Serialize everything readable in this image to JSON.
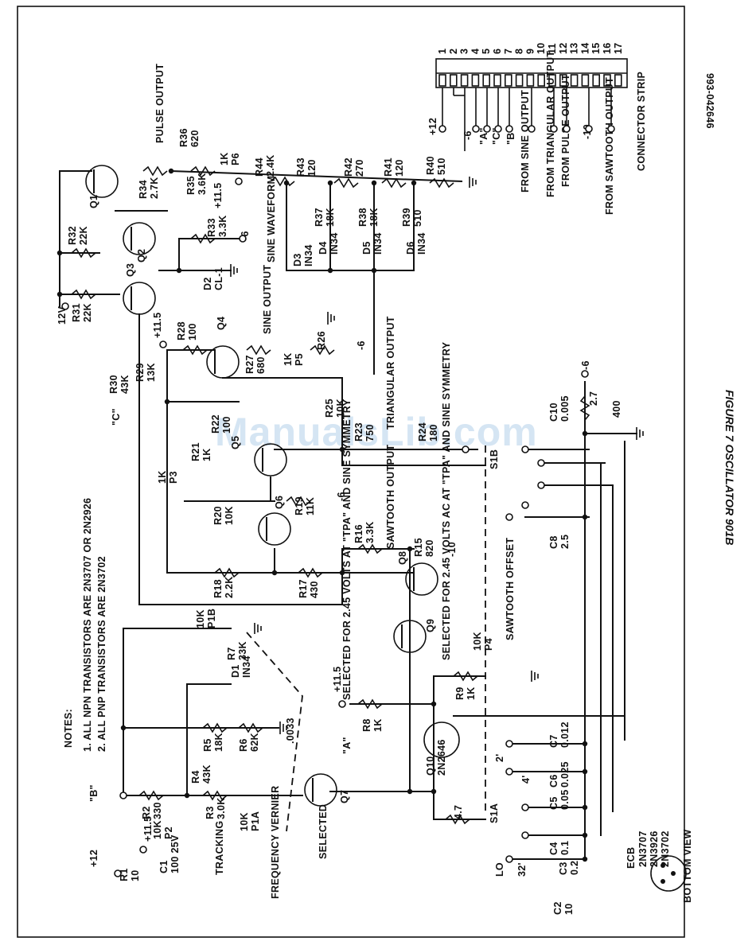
{
  "figure": {
    "doc_number": "993-042646",
    "caption": "FIGURE 7 OSCILLATOR 901B",
    "watermark": "ManualsLib.com"
  },
  "notes": {
    "heading": "NOTES:",
    "items": [
      "1. ALL NPN TRANSISTORS ARE 2N3707 OR 2N2926",
      "2. ALL PNP TRANSISTORS ARE 2N3702"
    ]
  },
  "connector": {
    "title": "CONNECTOR STRIP",
    "pins": [
      "1",
      "2",
      "3",
      "4",
      "5",
      "6",
      "7",
      "8",
      "9",
      "10",
      "11",
      "12",
      "13",
      "14",
      "15",
      "16",
      "17"
    ],
    "signals": [
      "+12",
      "-6",
      "\"A\"",
      "\"C\"",
      "\"B\"",
      "FROM SINE OUTPUT",
      "FROM TRIANGULAR OUTPUT",
      "FROM PULSE OUTPUT",
      "-10",
      "FROM SAWTOOTH OUTPUT"
    ]
  },
  "resistors": [
    {
      "ref": "R1",
      "value": "10"
    },
    {
      "ref": "R2",
      "value": "330"
    },
    {
      "ref": "R3",
      "value": "3.0K"
    },
    {
      "ref": "R4",
      "value": "43K"
    },
    {
      "ref": "R5",
      "value": "18K"
    },
    {
      "ref": "R6",
      "value": "62K"
    },
    {
      "ref": "R7",
      "value": "33K"
    },
    {
      "ref": "R8",
      "value": "1K"
    },
    {
      "ref": "R9",
      "value": "1K"
    },
    {
      "ref": "R15",
      "value": "820"
    },
    {
      "ref": "R16",
      "value": "3.3K"
    },
    {
      "ref": "R17",
      "value": "430"
    },
    {
      "ref": "R18",
      "value": "2.2K"
    },
    {
      "ref": "R19",
      "value": "11K"
    },
    {
      "ref": "R20",
      "value": "10K"
    },
    {
      "ref": "R21",
      "value": "1K"
    },
    {
      "ref": "R22",
      "value": "100"
    },
    {
      "ref": "R23",
      "value": "750"
    },
    {
      "ref": "R24",
      "value": "180"
    },
    {
      "ref": "R25",
      "value": "10K"
    },
    {
      "ref": "R26",
      "value": ""
    },
    {
      "ref": "R27",
      "value": "680"
    },
    {
      "ref": "R28",
      "value": "100"
    },
    {
      "ref": "R29",
      "value": "13K"
    },
    {
      "ref": "R30",
      "value": "43K"
    },
    {
      "ref": "R31",
      "value": "22K"
    },
    {
      "ref": "R32",
      "value": "22K"
    },
    {
      "ref": "R33",
      "value": "3.3K"
    },
    {
      "ref": "R34",
      "value": "2.7K"
    },
    {
      "ref": "R35",
      "value": "3.6K"
    },
    {
      "ref": "R36",
      "value": "620"
    },
    {
      "ref": "R37",
      "value": "18K"
    },
    {
      "ref": "R38",
      "value": "18K"
    },
    {
      "ref": "R39",
      "value": "510"
    },
    {
      "ref": "R40",
      "value": "510"
    },
    {
      "ref": "R41",
      "value": "120"
    },
    {
      "ref": "R42",
      "value": "270"
    },
    {
      "ref": "R43",
      "value": "120"
    },
    {
      "ref": "R44",
      "value": "2.4K"
    }
  ],
  "pots": [
    {
      "ref": "P1A",
      "value": "10K"
    },
    {
      "ref": "P1B",
      "value": "10K"
    },
    {
      "ref": "P2",
      "value": "10K"
    },
    {
      "ref": "P3",
      "value": "1K"
    },
    {
      "ref": "P4",
      "value": "10K"
    },
    {
      "ref": "P5",
      "value": "1K"
    },
    {
      "ref": "P6",
      "value": "1K"
    }
  ],
  "capacitors": [
    {
      "ref": "C1",
      "value": "100 25V"
    },
    {
      "ref": "C2",
      "value": "10"
    },
    {
      "ref": "C3",
      "value": "0.2"
    },
    {
      "ref": "C4",
      "value": "0.1"
    },
    {
      "ref": "C5",
      "value": "0.05"
    },
    {
      "ref": "C6",
      "value": "0.025"
    },
    {
      "ref": "C7",
      "value": "0.012"
    },
    {
      "ref": "C8",
      "value": "2.5"
    },
    {
      "ref": "C10",
      "value": "0.005"
    },
    {
      "ref": "C11",
      "value": "400"
    },
    {
      "ref": "C12",
      "value": ".0033"
    }
  ],
  "semis": [
    {
      "ref": "Q1"
    },
    {
      "ref": "Q2"
    },
    {
      "ref": "Q3"
    },
    {
      "ref": "Q4"
    },
    {
      "ref": "Q5"
    },
    {
      "ref": "Q6"
    },
    {
      "ref": "Q7"
    },
    {
      "ref": "Q8"
    },
    {
      "ref": "Q9"
    },
    {
      "ref": "Q10",
      "type": "2N2646"
    },
    {
      "ref": "D1",
      "type": "IN34"
    },
    {
      "ref": "D2",
      "type": "CL-1"
    },
    {
      "ref": "D3",
      "type": "IN34"
    },
    {
      "ref": "D4",
      "type": "IN34"
    },
    {
      "ref": "D5",
      "type": "IN34"
    },
    {
      "ref": "D6",
      "type": "IN34"
    }
  ],
  "labels": {
    "pulse_output": "PULSE OUTPUT",
    "sine_output": "SINE OUTPUT",
    "triangular_output": "TRIANGULAR OUTPUT",
    "sawtooth_output": "SAWTOOTH OUTPUT",
    "sine_waveform": "SINE WAVEFORM",
    "tracking": "TRACKING",
    "frequency_vernier": "FREQUENCY VERNIER",
    "selected": "SELECTED",
    "selected_tpa_1": "SELECTED FOR 2.45 VOLTS AT \"TPA\" AND SINE SYMMETRY",
    "selected_tpa_2": "SELECTED FOR 2.45 VOLTS AC AT \"TPA\" AND SINE SYMMETRY",
    "sawtooth_offset": "SAWTOOTH OFFSET",
    "switch_1a": "S1A",
    "switch_1b": "S1B",
    "lo": "LO",
    "range_32": "32'",
    "range_2": "2'",
    "range_4": "4'",
    "node_a": "\"A\"",
    "node_b": "\"B\"",
    "node_c": "\"C\"",
    "v_12": "+12",
    "v_115": "+11.5",
    "v_12v": "12V",
    "v_neg6": "-6",
    "v_neg10": "-10",
    "r_4_7": "4.7",
    "r_2_7": "2.7"
  },
  "ecb": {
    "title": "ECB",
    "types": [
      "2N3707",
      "2N3926",
      "2N3702"
    ],
    "view": "BOTTOM VIEW"
  }
}
